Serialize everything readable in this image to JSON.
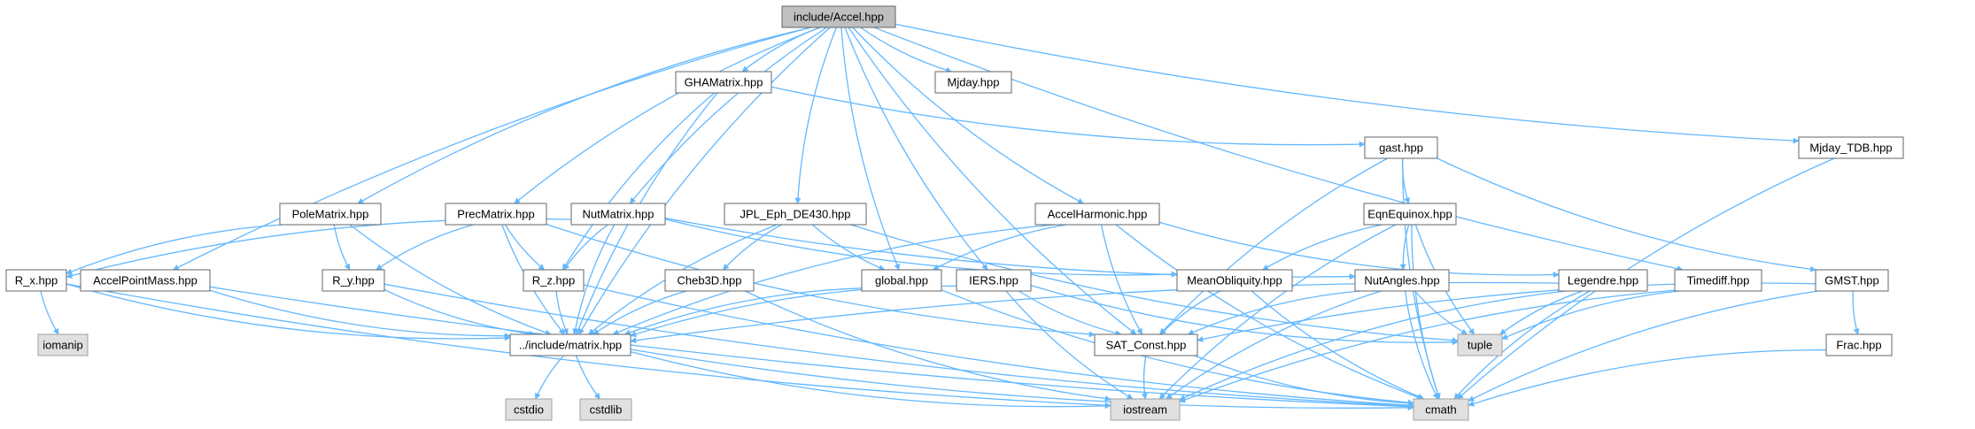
{
  "colors": {
    "root_fill": "#bfbfbf",
    "node_fill": "#ffffff",
    "system_fill": "#e0e0e0",
    "node_border": "#666666",
    "system_border": "#a0a0a0",
    "edge": "#63b8ff"
  },
  "nodes": {
    "accel": {
      "label": "include/Accel.hpp",
      "kind": "root"
    },
    "gha": {
      "label": "GHAMatrix.hpp",
      "kind": "file"
    },
    "mjday": {
      "label": "Mjday.hpp",
      "kind": "file"
    },
    "mjdaytdb": {
      "label": "Mjday_TDB.hpp",
      "kind": "file"
    },
    "gast": {
      "label": "gast.hpp",
      "kind": "file"
    },
    "polematrix": {
      "label": "PoleMatrix.hpp",
      "kind": "file"
    },
    "precmatrix": {
      "label": "PrecMatrix.hpp",
      "kind": "file"
    },
    "nutmatrix": {
      "label": "NutMatrix.hpp",
      "kind": "file"
    },
    "jpl": {
      "label": "JPL_Eph_DE430.hpp",
      "kind": "file"
    },
    "accelharmonic": {
      "label": "AccelHarmonic.hpp",
      "kind": "file"
    },
    "eqnequinox": {
      "label": "EqnEquinox.hpp",
      "kind": "file"
    },
    "rx": {
      "label": "R_x.hpp",
      "kind": "file"
    },
    "accelpointmass": {
      "label": "AccelPointMass.hpp",
      "kind": "file"
    },
    "ry": {
      "label": "R_y.hpp",
      "kind": "file"
    },
    "rz": {
      "label": "R_z.hpp",
      "kind": "file"
    },
    "cheb3d": {
      "label": "Cheb3D.hpp",
      "kind": "file"
    },
    "global": {
      "label": "global.hpp",
      "kind": "file"
    },
    "iers": {
      "label": "IERS.hpp",
      "kind": "file"
    },
    "meanobliquity": {
      "label": "MeanObliquity.hpp",
      "kind": "file"
    },
    "nutangles": {
      "label": "NutAngles.hpp",
      "kind": "file"
    },
    "legendre": {
      "label": "Legendre.hpp",
      "kind": "file"
    },
    "timediff": {
      "label": "Timediff.hpp",
      "kind": "file"
    },
    "gmst": {
      "label": "GMST.hpp",
      "kind": "file"
    },
    "iomanip": {
      "label": "iomanip",
      "kind": "system"
    },
    "matrix": {
      "label": "../include/matrix.hpp",
      "kind": "file"
    },
    "saiconst": {
      "label": "SAT_Const.hpp",
      "kind": "file"
    },
    "tuple": {
      "label": "tuple",
      "kind": "system"
    },
    "frac": {
      "label": "Frac.hpp",
      "kind": "file"
    },
    "cstdio": {
      "label": "cstdio",
      "kind": "system"
    },
    "cstdlib": {
      "label": "cstdlib",
      "kind": "system"
    },
    "iostream": {
      "label": "iostream",
      "kind": "system"
    },
    "cmath": {
      "label": "cmath",
      "kind": "system"
    }
  },
  "edges": [
    [
      "accel",
      "gha"
    ],
    [
      "accel",
      "mjday"
    ],
    [
      "accel",
      "mjdaytdb"
    ],
    [
      "accel",
      "polematrix"
    ],
    [
      "accel",
      "precmatrix"
    ],
    [
      "accel",
      "nutmatrix"
    ],
    [
      "accel",
      "jpl"
    ],
    [
      "accel",
      "accelharmonic"
    ],
    [
      "accel",
      "accelpointmass"
    ],
    [
      "accel",
      "matrix"
    ],
    [
      "accel",
      "global"
    ],
    [
      "accel",
      "iers"
    ],
    [
      "accel",
      "saiconst"
    ],
    [
      "accel",
      "timediff"
    ],
    [
      "gha",
      "matrix"
    ],
    [
      "gha",
      "rz"
    ],
    [
      "gha",
      "gast"
    ],
    [
      "gast",
      "saiconst"
    ],
    [
      "gast",
      "eqnequinox"
    ],
    [
      "gast",
      "gmst"
    ],
    [
      "gast",
      "cmath"
    ],
    [
      "mjdaytdb",
      "cmath"
    ],
    [
      "polematrix",
      "rx"
    ],
    [
      "polematrix",
      "ry"
    ],
    [
      "polematrix",
      "matrix"
    ],
    [
      "precmatrix",
      "ry"
    ],
    [
      "precmatrix",
      "rz"
    ],
    [
      "precmatrix",
      "matrix"
    ],
    [
      "precmatrix",
      "saiconst"
    ],
    [
      "nutmatrix",
      "rx"
    ],
    [
      "nutmatrix",
      "rz"
    ],
    [
      "nutmatrix",
      "matrix"
    ],
    [
      "nutmatrix",
      "meanobliquity"
    ],
    [
      "nutmatrix",
      "nutangles"
    ],
    [
      "jpl",
      "cheb3d"
    ],
    [
      "jpl",
      "global"
    ],
    [
      "jpl",
      "matrix"
    ],
    [
      "jpl",
      "tuple"
    ],
    [
      "accelharmonic",
      "global"
    ],
    [
      "accelharmonic",
      "matrix"
    ],
    [
      "accelharmonic",
      "saiconst"
    ],
    [
      "accelharmonic",
      "legendre"
    ],
    [
      "accelharmonic",
      "cmath"
    ],
    [
      "eqnequinox",
      "meanobliquity"
    ],
    [
      "eqnequinox",
      "nutangles"
    ],
    [
      "eqnequinox",
      "tuple"
    ],
    [
      "eqnequinox",
      "iostream"
    ],
    [
      "eqnequinox",
      "cmath"
    ],
    [
      "rx",
      "iomanip"
    ],
    [
      "rx",
      "matrix"
    ],
    [
      "rx",
      "iostream"
    ],
    [
      "accelpointmass",
      "matrix"
    ],
    [
      "accelpointmass",
      "cmath"
    ],
    [
      "ry",
      "matrix"
    ],
    [
      "ry",
      "cmath"
    ],
    [
      "rz",
      "matrix"
    ],
    [
      "rz",
      "cmath"
    ],
    [
      "cheb3d",
      "matrix"
    ],
    [
      "cheb3d",
      "iostream"
    ],
    [
      "global",
      "matrix"
    ],
    [
      "global",
      "cmath"
    ],
    [
      "iers",
      "matrix"
    ],
    [
      "iers",
      "saiconst"
    ],
    [
      "iers",
      "tuple"
    ],
    [
      "iers",
      "iostream"
    ],
    [
      "meanobliquity",
      "saiconst"
    ],
    [
      "meanobliquity",
      "cmath"
    ],
    [
      "nutangles",
      "saiconst"
    ],
    [
      "nutangles",
      "tuple"
    ],
    [
      "nutangles",
      "iostream"
    ],
    [
      "nutangles",
      "cmath"
    ],
    [
      "legendre",
      "matrix"
    ],
    [
      "legendre",
      "tuple"
    ],
    [
      "legendre",
      "iostream"
    ],
    [
      "legendre",
      "cmath"
    ],
    [
      "timediff",
      "tuple"
    ],
    [
      "timediff",
      "iostream"
    ],
    [
      "gmst",
      "saiconst"
    ],
    [
      "gmst",
      "frac"
    ],
    [
      "gmst",
      "cmath"
    ],
    [
      "frac",
      "cmath"
    ],
    [
      "matrix",
      "cstdio"
    ],
    [
      "matrix",
      "cstdlib"
    ],
    [
      "matrix",
      "iostream"
    ],
    [
      "matrix",
      "cmath"
    ],
    [
      "saiconst",
      "iostream"
    ],
    [
      "saiconst",
      "cmath"
    ]
  ]
}
